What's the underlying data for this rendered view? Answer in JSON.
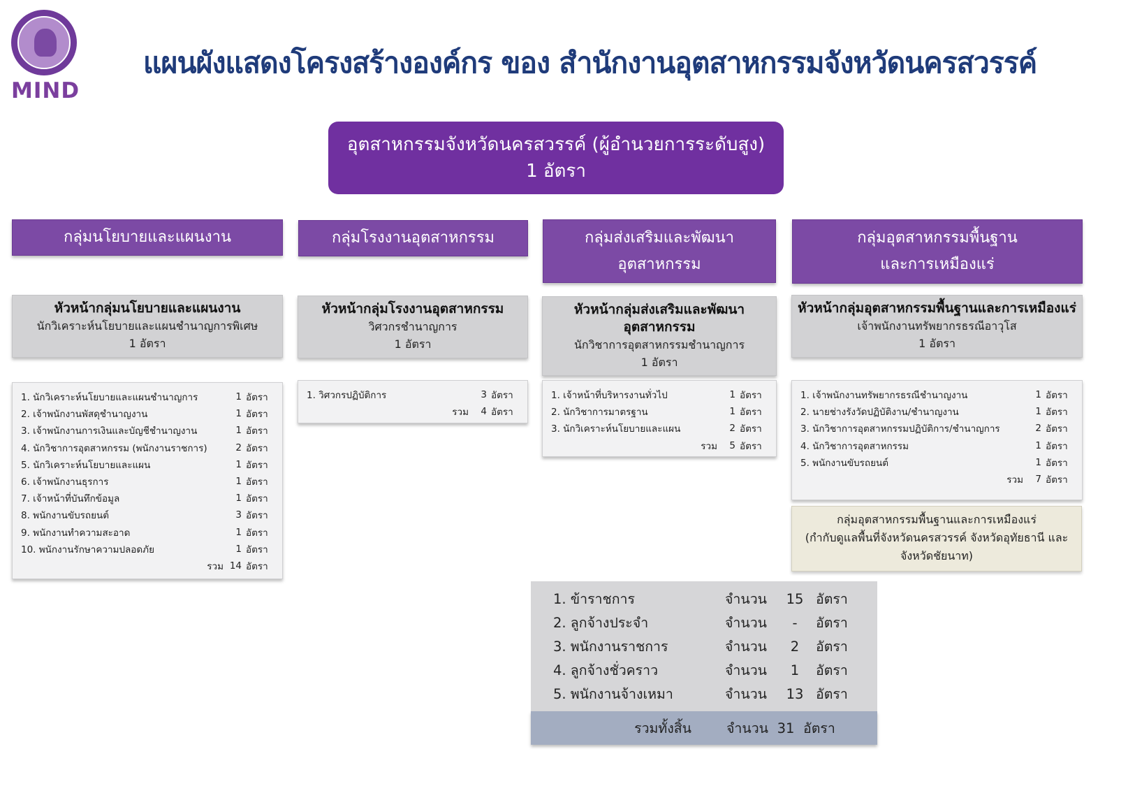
{
  "logo": {
    "text": "MIND"
  },
  "title": "แผนผังแสดงโครงสร้างองค์กร ของ สำนักงานอุตสาหกรรมจังหวัดนครสวรรค์",
  "director": {
    "line1": "อุตสาหกรรมจังหวัดนครสวรรค์ (ผู้อำนวยการระดับสูง)",
    "line2": "1 อัตรา"
  },
  "groups": [
    {
      "head": [
        "กลุ่มนโยบายและแผนงาน"
      ],
      "chief": {
        "title": [
          "หัวหน้ากลุ่มนโยบายและแผนงาน"
        ],
        "position": "นักวิเคราะห์นโยบายและแผนชำนาญการพิเศษ",
        "rate": "1 อัตรา"
      },
      "staff": [
        {
          "label": "1. นักวิเคราะห์นโยบายและแผนชำนาญการ",
          "count": "1",
          "unit": "อัตรา"
        },
        {
          "label": "2. เจ้าพนักงานพัสดุชำนาญงาน",
          "count": "1",
          "unit": "อัตรา"
        },
        {
          "label": "3. เจ้าพนักงานการเงินและบัญชีชำนาญงาน",
          "count": "1",
          "unit": "อัตรา"
        },
        {
          "label": "4. นักวิชาการอุตสาหกรรม (พนักงานราชการ)",
          "count": "2",
          "unit": "อัตรา"
        },
        {
          "label": "5. นักวิเคราะห์นโยบายและแผน",
          "count": "1",
          "unit": "อัตรา"
        },
        {
          "label": "6. เจ้าพนักงานธุรการ",
          "count": "1",
          "unit": "อัตรา"
        },
        {
          "label": "7. เจ้าหน้าที่บันทึกข้อมูล",
          "count": "1",
          "unit": "อัตรา"
        },
        {
          "label": "8. พนักงานขับรถยนต์",
          "count": "3",
          "unit": "อัตรา"
        },
        {
          "label": "9. พนักงานทำความสะอาด",
          "count": "1",
          "unit": "อัตรา"
        },
        {
          "label": "10. พนักงานรักษาความปลอดภัย",
          "count": "1",
          "unit": "อัตรา"
        }
      ],
      "total": {
        "label": "รวม",
        "count": "14",
        "unit": "อัตรา"
      }
    },
    {
      "head": [
        "กลุ่มโรงงานอุตสาหกรรม"
      ],
      "chief": {
        "title": [
          "หัวหน้ากลุ่มโรงงานอุตสาหกรรม"
        ],
        "position": "วิศวกรชำนาญการ",
        "rate": "1 อัตรา"
      },
      "staff": [
        {
          "label": "1. วิศวกรปฏิบัติการ",
          "count": "3",
          "unit": "อัตรา"
        }
      ],
      "total": {
        "label": "รวม",
        "count": "4",
        "unit": "อัตรา"
      }
    },
    {
      "head": [
        "กลุ่มส่งเสริมและพัฒนา",
        "อุตสาหกรรม"
      ],
      "chief": {
        "title": [
          "หัวหน้ากลุ่มส่งเสริมและพัฒนา",
          "อุตสาหกรรม"
        ],
        "position": "นักวิชาการอุตสาหกรรมชำนาญการ",
        "rate": "1 อัตรา"
      },
      "staff": [
        {
          "label": "1. เจ้าหน้าที่บริหารงานทั่วไป",
          "count": "1",
          "unit": "อัตรา"
        },
        {
          "label": "2. นักวิชาการมาตรฐาน",
          "count": "1",
          "unit": "อัตรา"
        },
        {
          "label": "3. นักวิเคราะห์นโยบายและแผน",
          "count": "2",
          "unit": "อัตรา"
        }
      ],
      "total": {
        "label": "รวม",
        "count": "5",
        "unit": "อัตรา"
      }
    },
    {
      "head": [
        "กลุ่มอุตสาหกรรมพื้นฐาน",
        "และการเหมืองแร่"
      ],
      "chief": {
        "title": [
          "หัวหน้ากลุ่มอุตสาหกรรมพื้นฐานและการเหมืองแร่"
        ],
        "position": "เจ้าพนักงานทรัพยากรธรณีอาวุโส",
        "rate": "1 อัตรา"
      },
      "staff": [
        {
          "label": "1. เจ้าพนักงานทรัพยากรธรณีชำนาญงาน",
          "count": "1",
          "unit": "อัตรา"
        },
        {
          "label": "2. นายช่างรังวัดปฏิบัติงาน/ชำนาญงาน",
          "count": "1",
          "unit": "อัตรา"
        },
        {
          "label": "3. นักวิชาการอุตสาหกรรมปฏิบัติการ/ชำนาญการ",
          "count": "2",
          "unit": "อัตรา"
        },
        {
          "label": "4. นักวิชาการอุตสาหกรรม",
          "count": "1",
          "unit": "อัตรา"
        },
        {
          "label": "5. พนักงานขับรถยนต์",
          "count": "1",
          "unit": "อัตรา"
        }
      ],
      "total": {
        "label": "รวม",
        "count": "7",
        "unit": "อัตรา"
      }
    }
  ],
  "note": {
    "line1": "กลุ่มอุตสาหกรรมพื้นฐานและการเหมืองแร่",
    "line2": "(กำกับดูแลพื้นที่จังหวัดนครสวรรค์ จังหวัดอุทัยธานี และ",
    "line3": "จังหวัดชัยนาท)"
  },
  "summary": {
    "rows": [
      {
        "label": "1. ข้าราชการ",
        "word": "จำนวน",
        "count": "15",
        "unit": "อัตรา"
      },
      {
        "label": "2. ลูกจ้างประจำ",
        "word": "จำนวน",
        "count": "-",
        "unit": "อัตรา"
      },
      {
        "label": "3. พนักงานราชการ",
        "word": "จำนวน",
        "count": "2",
        "unit": "อัตรา"
      },
      {
        "label": "4. ลูกจ้างชั่วคราว",
        "word": "จำนวน",
        "count": "1",
        "unit": "อัตรา"
      },
      {
        "label": "5. พนักงานจ้างเหมา",
        "word": "จำนวน",
        "count": "13",
        "unit": "อัตรา"
      }
    ],
    "total": {
      "label": "รวมทั้งสิ้น",
      "word": "จำนวน",
      "count": "31",
      "unit": "อัตรา"
    }
  }
}
